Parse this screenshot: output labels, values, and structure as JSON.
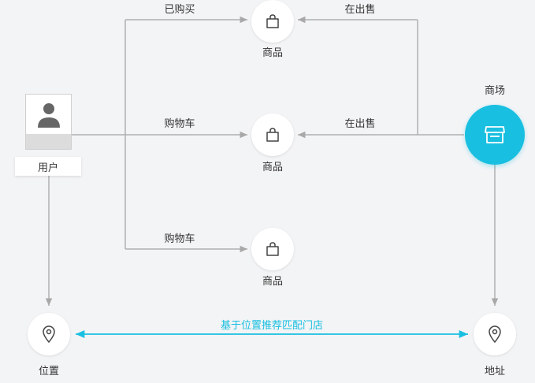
{
  "colors": {
    "accent": "#19bfe0",
    "line": "#b0b0b0",
    "node_bg": "#ffffff",
    "background": "#f3f4f6"
  },
  "user": {
    "label": "用户",
    "icon": "user-avatar-icon"
  },
  "mall": {
    "label": "商场",
    "icon": "store-icon"
  },
  "products": [
    {
      "label": "商品",
      "incoming_label": "已购买",
      "icon": "shopping-bag-icon"
    },
    {
      "label": "商品",
      "incoming_label": "购物车",
      "icon": "shopping-bag-icon"
    },
    {
      "label": "商品",
      "incoming_label": "购物车",
      "icon": "shopping-bag-icon"
    }
  ],
  "mall_edges": [
    "在出售",
    "在出售"
  ],
  "location": {
    "label": "位置",
    "icon": "location-pin-icon"
  },
  "address": {
    "label": "地址",
    "icon": "location-pin-icon"
  },
  "match_link": {
    "label": "基于位置推荐匹配门店"
  }
}
